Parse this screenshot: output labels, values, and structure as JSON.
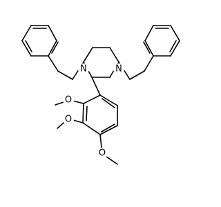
{
  "molecule": {
    "atoms": [
      {
        "id": "n1",
        "symbol": "N"
      },
      {
        "id": "n2",
        "symbol": "N"
      },
      {
        "id": "o1",
        "symbol": "O"
      },
      {
        "id": "o2",
        "symbol": "O"
      },
      {
        "id": "o3",
        "symbol": "O"
      }
    ]
  }
}
